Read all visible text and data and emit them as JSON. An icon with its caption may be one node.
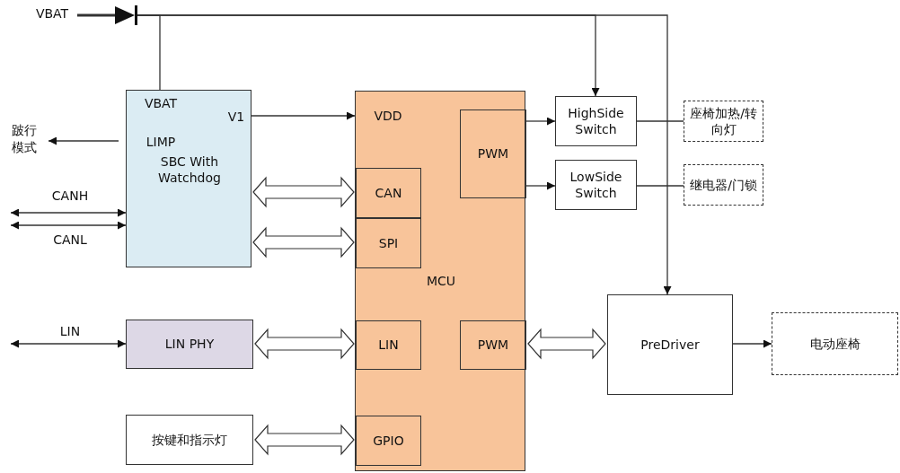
{
  "diagram": {
    "nodes": [
      {
        "text": [
          "VBAT"
        ]
      },
      {
        "text": [
          "跛行模式"
        ]
      },
      {
        "text": [
          "VBAT",
          "V1",
          "LIMP",
          "SBC With Watchdog"
        ]
      },
      {
        "text": [
          "VDD",
          "MCU"
        ]
      },
      {
        "text": [
          "CAN"
        ],
        "in": 3
      },
      {
        "text": [
          "SPI"
        ],
        "in": 3
      },
      {
        "text": [
          "PWM"
        ],
        "in": 3
      },
      {
        "text": [
          "LIN"
        ],
        "in": 3
      },
      {
        "text": [
          "PWM"
        ],
        "in": 3
      },
      {
        "text": [
          "GPIO"
        ],
        "in": 3
      },
      {
        "text": [
          "HighSide Switch"
        ]
      },
      {
        "text": [
          "LowSide Switch"
        ]
      },
      {
        "text": [
          "座椅加热/转向灯"
        ]
      },
      {
        "text": [
          "继电器/门锁"
        ]
      },
      {
        "text": [
          "LIN PHY"
        ]
      },
      {
        "text": [
          "按键和指示灯"
        ]
      },
      {
        "text": [
          "PreDriver"
        ]
      },
      {
        "text": [
          "电动座椅"
        ]
      },
      {
        "text": [],
        "shape": "diode"
      }
    ],
    "edges": [
      {
        "from": 0,
        "to": 18,
        "arrow": "none",
        "style": "thick"
      },
      {
        "from": 18,
        "to": 2,
        "arrow": "none"
      },
      {
        "from": 18,
        "to": 10,
        "arrow": "to"
      },
      {
        "from": 18,
        "to": 16,
        "arrow": "to"
      },
      {
        "from": 2,
        "to": 3,
        "arrow": "to"
      },
      {
        "from": 2,
        "to": 1,
        "arrow": "to"
      },
      {
        "from": null,
        "to": 2,
        "arrow": "both",
        "label": "CANH"
      },
      {
        "from": null,
        "to": 2,
        "arrow": "both",
        "label": "CANL"
      },
      {
        "from": 2,
        "to": 4,
        "arrow": "both",
        "style": "thick"
      },
      {
        "from": 2,
        "to": 5,
        "arrow": "both",
        "style": "thick"
      },
      {
        "from": 14,
        "to": 7,
        "arrow": "both",
        "style": "thick"
      },
      {
        "from": 15,
        "to": 9,
        "arrow": "both",
        "style": "thick"
      },
      {
        "from": 8,
        "to": 16,
        "arrow": "both",
        "style": "thick"
      },
      {
        "from": 6,
        "to": 10,
        "arrow": "to"
      },
      {
        "from": 6,
        "to": 11,
        "arrow": "to"
      },
      {
        "from": 10,
        "to": 12,
        "arrow": "none"
      },
      {
        "from": 11,
        "to": 13,
        "arrow": "none"
      },
      {
        "from": 16,
        "to": 17,
        "arrow": "to"
      },
      {
        "from": null,
        "to": 14,
        "arrow": "both",
        "label": "LIN"
      }
    ]
  }
}
